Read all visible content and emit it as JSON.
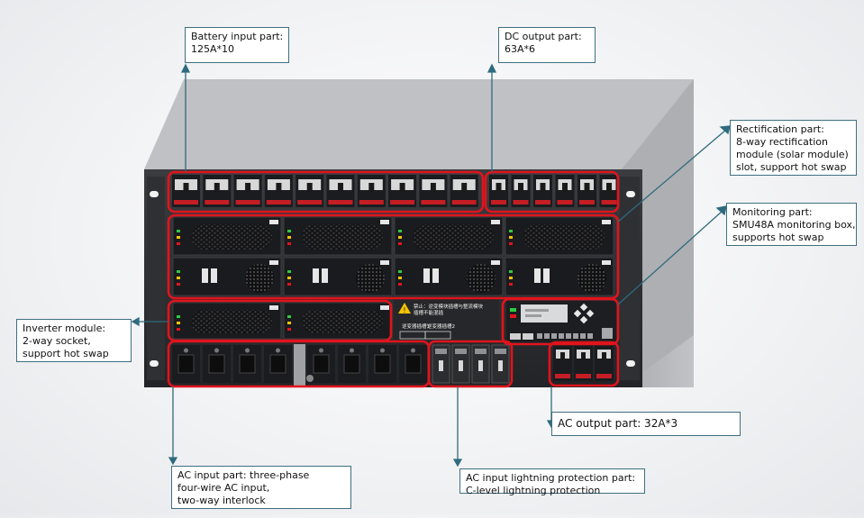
{
  "callouts": {
    "battery": {
      "line1": "Battery input part:",
      "line2": "125A*10"
    },
    "dc": {
      "line1": "DC output part:",
      "line2": "63A*6"
    },
    "rect": {
      "line1": "Rectification part:",
      "line2": "8-way rectification",
      "line3": "module (solar module)",
      "line4": "slot, support hot swap"
    },
    "monitor": {
      "line1": "Monitoring part:",
      "line2": "SMU48A monitoring box,",
      "line3": "supports hot swap"
    },
    "inverter": {
      "line1": "Inverter module:",
      "line2": "2-way socket,",
      "line3": "support hot swap"
    },
    "acout": {
      "line1": "AC output part: 32A*3"
    },
    "acin": {
      "line1": "AC input part: three-phase",
      "line2": "four-wire AC input,",
      "line3": "two-way interlock"
    },
    "lightning": {
      "line1": "AC input lightning protection part:",
      "line2": "C-level lightning protection"
    }
  },
  "panel": {
    "warning_text_1": "禁止：逆变模块插槽与整流模块",
    "warning_text_2": "插槽不能混插",
    "slot_label_1": "逆变器插槽1",
    "slot_label_2": "逆变器插槽2"
  },
  "colors": {
    "highlight": "#e0141c",
    "leader": "#2f6b7e",
    "chassis": "#2b2d30",
    "module": "#1c1d20"
  }
}
